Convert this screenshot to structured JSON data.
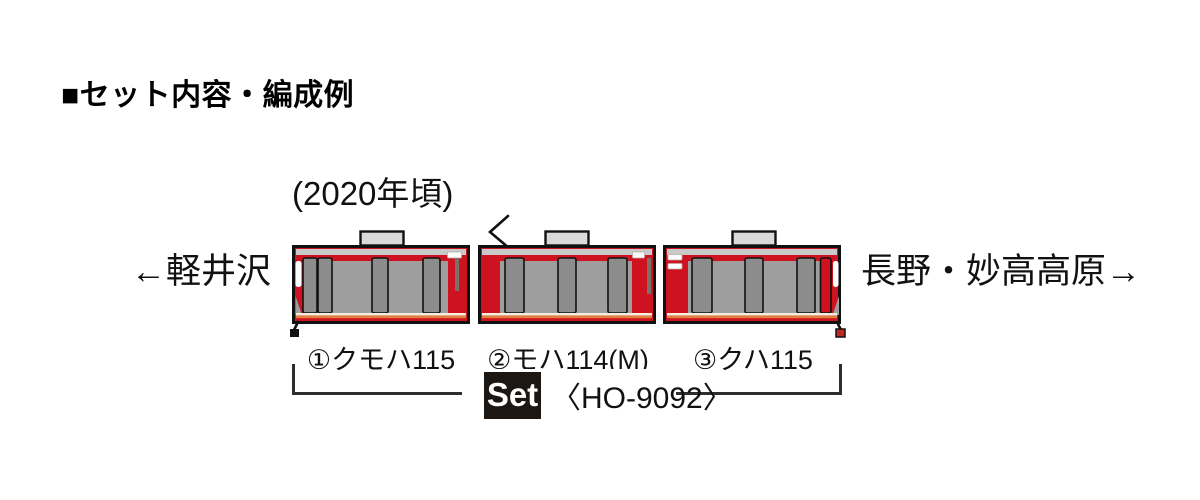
{
  "title": "■セット内容・編成例",
  "formation": {
    "era_note": "(2020年頃)",
    "direction_left": "←軽井沢",
    "direction_right": "長野・妙高高原→",
    "cars": [
      {
        "label": "①クモハ115",
        "cab": "left",
        "pantograph": false
      },
      {
        "label": "②モハ114(M)",
        "cab": "none",
        "pantograph": true
      },
      {
        "label": "③クハ115",
        "cab": "right",
        "pantograph": false
      }
    ]
  },
  "set_callout": {
    "badge_label": "Set",
    "product_code": "〈HO-9092〉"
  },
  "colors": {
    "bg": "#ffffff",
    "text": "#111111",
    "outline": "#111111",
    "body_red": "#cf1220",
    "window_gray": "#9e9e9e",
    "door_gray": "#8c8c8c",
    "roof_gray": "#c9c9c9",
    "vent_gray": "#d9d9d9",
    "stripe_cream": "#f4eedd",
    "stripe_orange": "#e2803f",
    "louver_gray": "#7d7068",
    "bracket": "#2e2e2e",
    "badge_bg": "#1c1712",
    "badge_text": "#ffffff"
  }
}
